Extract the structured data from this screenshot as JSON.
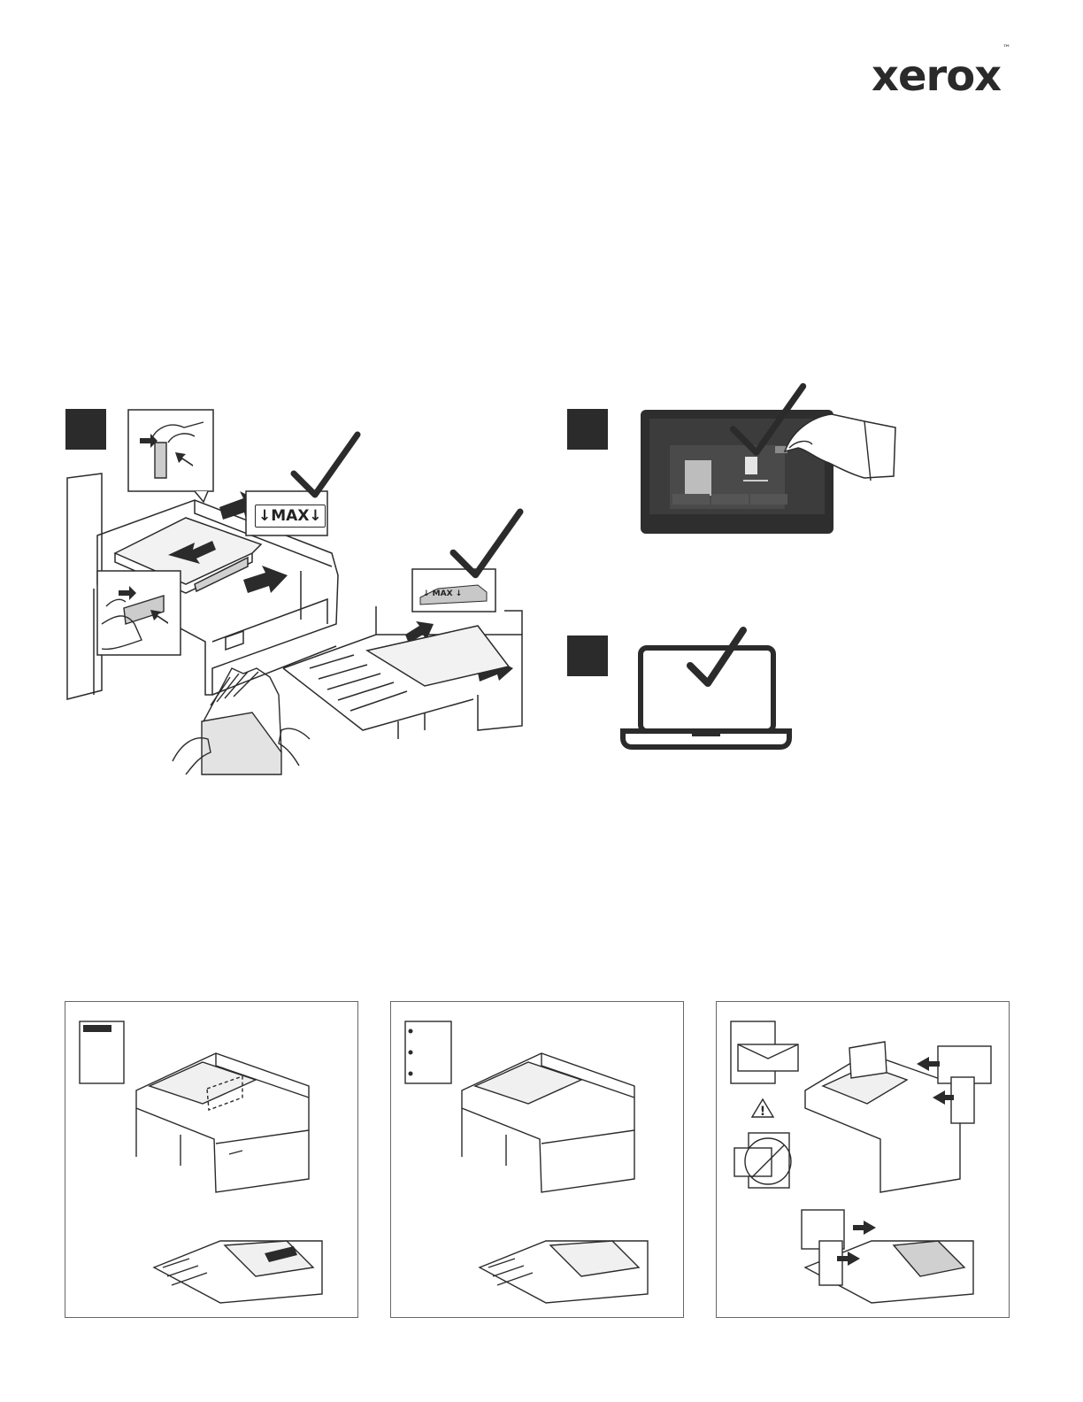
{
  "brand": {
    "name": "xerox",
    "trademark": "™"
  },
  "steps": [
    {
      "id": "step-1"
    },
    {
      "id": "step-2"
    },
    {
      "id": "step-3"
    }
  ],
  "illustration": {
    "max_label": "↓MAX↓",
    "max_label_small": "↓ MAX ↓"
  },
  "icons": {
    "checkmark": "check-icon",
    "touchscreen": "touchscreen-icon",
    "laptop": "laptop-icon",
    "warning": "warning-icon",
    "no-envelope-window": "no-symbol-icon"
  },
  "colors": {
    "line": "#2b2b2b",
    "gray": "#bdbdbd",
    "dark": "#2b2b2b"
  }
}
